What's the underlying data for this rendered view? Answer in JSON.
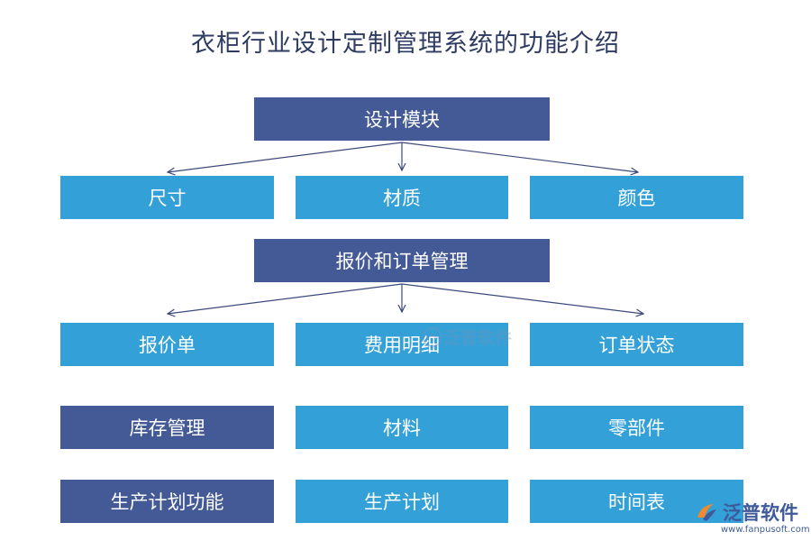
{
  "title": "衣柜行业设计定制管理系统的功能介绍",
  "modules": [
    {
      "label": "设计模块",
      "children": [
        "尺寸",
        "材质",
        "颜色"
      ]
    },
    {
      "label": "报价和订单管理",
      "children": [
        "报价单",
        "费用明细",
        "订单状态"
      ]
    },
    {
      "label": "库存管理",
      "children": [
        "材料",
        "零部件"
      ]
    },
    {
      "label": "生产计划功能",
      "children": [
        "生产计划",
        "时间表"
      ]
    }
  ],
  "watermark": {
    "text": "泛普软件"
  },
  "logo": {
    "text": "泛普软件",
    "url": "www.fanpusoft.com"
  },
  "colors": {
    "dark_box": "#435a97",
    "light_box": "#33a1d8",
    "arrow": "#3b4a7a"
  }
}
